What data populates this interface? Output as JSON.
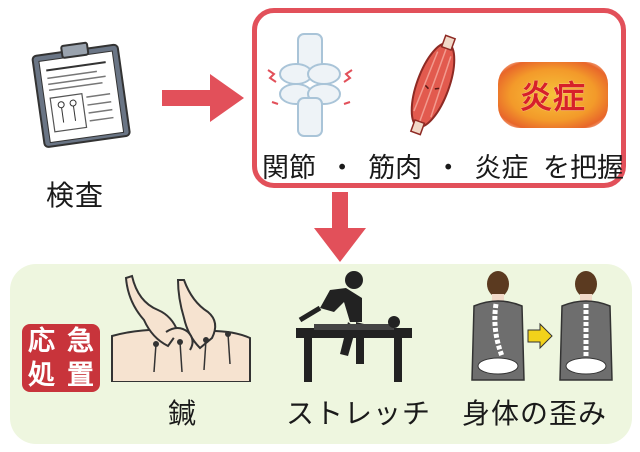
{
  "exam": {
    "label": "検査",
    "icon": "clipboard-icon"
  },
  "assessment": {
    "caption_part1": "関節",
    "caption_sep1": "・",
    "caption_part2": "筋肉",
    "caption_sep2": "・",
    "caption_part3": "炎症",
    "caption_rest": "を把握",
    "icons": [
      "joint-icon",
      "muscle-icon",
      "inflammation-badge"
    ],
    "badge_text": "炎症"
  },
  "treatments": {
    "emergency_badge": [
      "応",
      "急",
      "処",
      "置"
    ],
    "items": [
      {
        "label": "鍼",
        "icon": "acupuncture-icon"
      },
      {
        "label": "ストレッチ",
        "icon": "stretch-icon"
      },
      {
        "label": "身体の歪み",
        "icon": "spine-alignment-icon"
      }
    ]
  },
  "colors": {
    "accent_red": "#e2505a",
    "panel_green": "#eef6df",
    "badge_red": "#c8343b",
    "arrow_yellow": "#f2d21a"
  }
}
